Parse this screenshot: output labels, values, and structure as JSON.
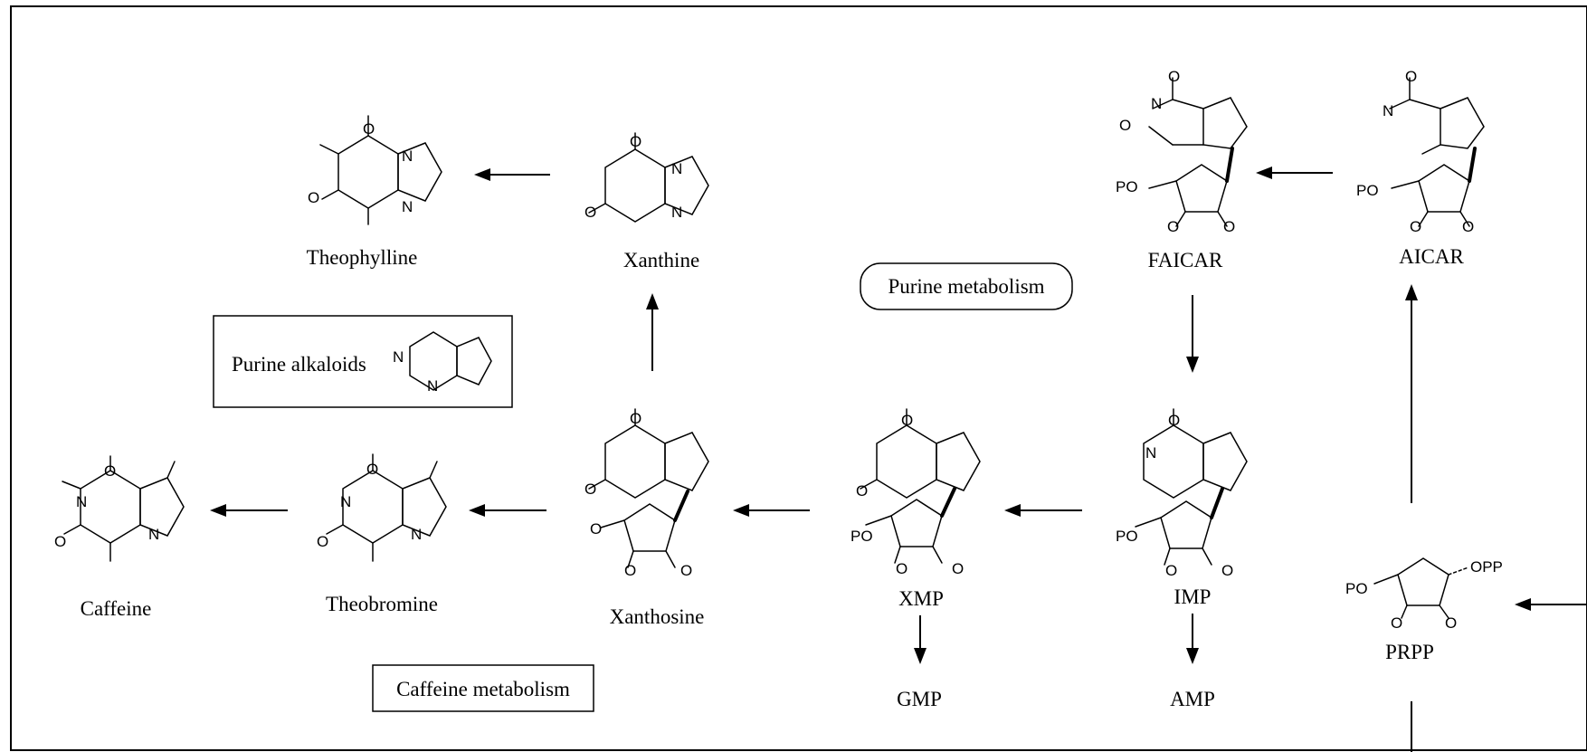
{
  "colors": {
    "line": "#000000",
    "background": "#ffffff"
  },
  "compounds": {
    "theophylline": "Theophylline",
    "xanthine": "Xanthine",
    "faicar": "FAICAR",
    "aicar": "AICAR",
    "caffeine": "Caffeine",
    "theobromine": "Theobromine",
    "xanthosine": "Xanthosine",
    "xmp": "XMP",
    "imp": "IMP",
    "prpp": "PRPP",
    "gmp": "GMP",
    "amp": "AMP"
  },
  "boxes": {
    "purine_alkaloids": "Purine alkaloids",
    "purine_metabolism": "Purine metabolism",
    "caffeine_metabolism": "Caffeine metabolism"
  },
  "atoms": {
    "O": "O",
    "N": "N",
    "PO": "PO",
    "OPP": "OPP"
  }
}
